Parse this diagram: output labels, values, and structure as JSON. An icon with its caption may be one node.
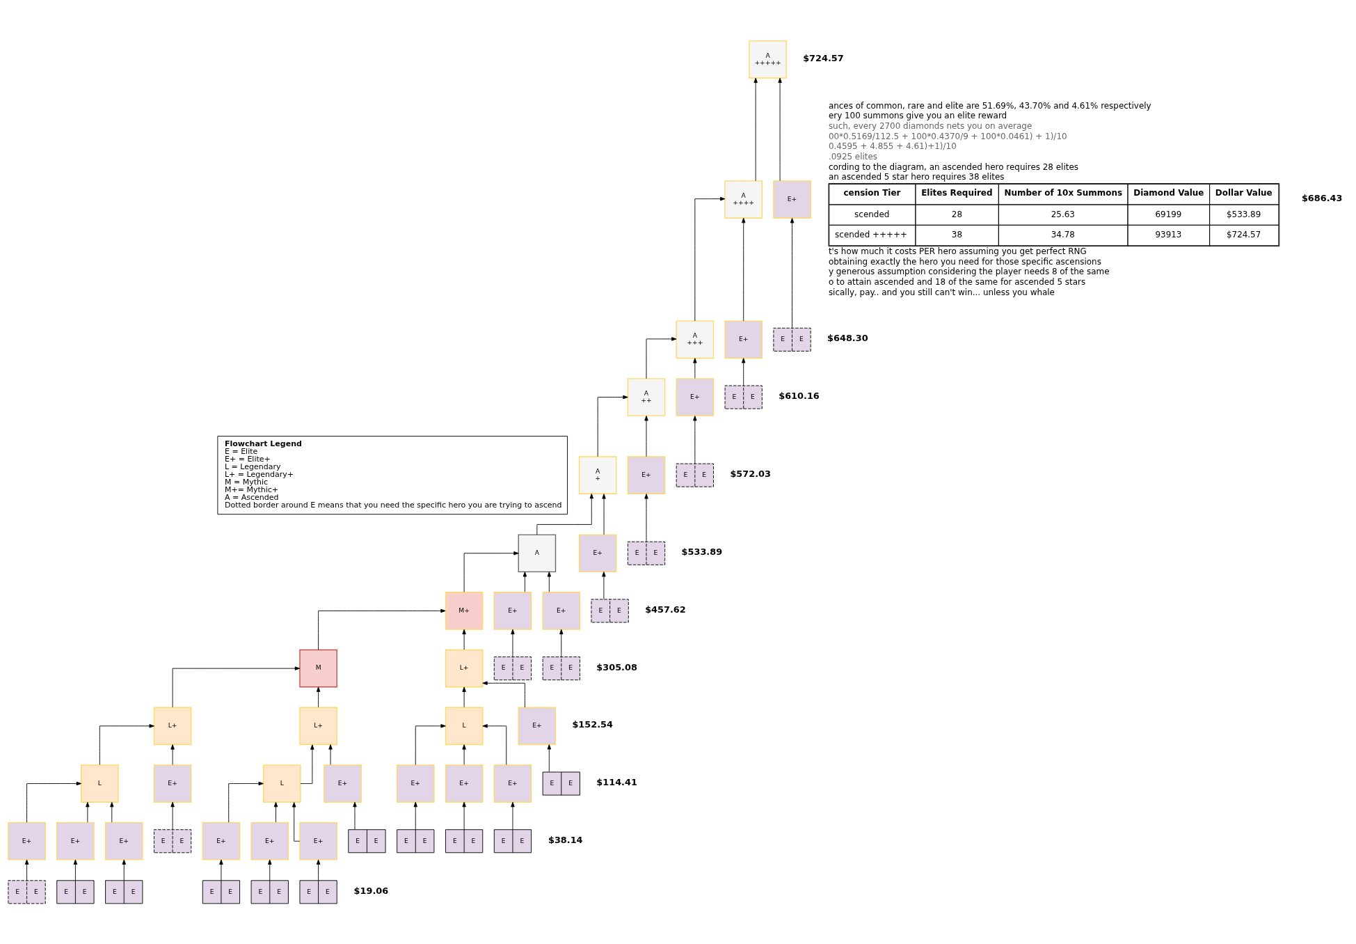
{
  "diagram": {
    "nodes": [
      {
        "text": [
          "Flowchart Legend",
          "E = Elite",
          "E+ = Elite+",
          "L = Legendary",
          "L+ = Legendary+",
          "M = Mythic",
          "M+= Mythic+",
          "A = Ascended",
          "Dotted border around E means that you need the specific hero you are trying to ascend"
        ]
      },
      {
        "text": [
          "A",
          "+++++"
        ]
      },
      {
        "text": [
          "A",
          "++++"
        ]
      },
      {
        "text": [
          "A",
          "+++"
        ]
      },
      {
        "text": [
          "A",
          "++"
        ]
      },
      {
        "text": [
          "A",
          "+"
        ]
      },
      {
        "text": [
          "A"
        ]
      },
      {
        "text": [
          "M+"
        ]
      },
      {
        "text": [
          "M"
        ]
      },
      {
        "text": [
          "L+"
        ]
      },
      {
        "text": [
          "L+"
        ]
      },
      {
        "text": [
          "L+"
        ]
      },
      {
        "text": [
          "L"
        ]
      },
      {
        "text": [
          "L"
        ]
      },
      {
        "text": [
          "L"
        ]
      },
      {
        "text": [
          "E+"
        ]
      },
      {
        "text": [
          "E+"
        ]
      },
      {
        "text": [
          "E+"
        ]
      },
      {
        "text": [
          "E+"
        ]
      },
      {
        "text": [
          "E+"
        ]
      },
      {
        "text": [
          "E+"
        ]
      },
      {
        "text": [
          "E+"
        ]
      },
      {
        "text": [
          "E+"
        ]
      },
      {
        "text": [
          "E+"
        ]
      },
      {
        "text": [
          "E+"
        ]
      },
      {
        "text": [
          "E+"
        ]
      },
      {
        "text": [
          "E+"
        ]
      },
      {
        "text": [
          "E+"
        ]
      },
      {
        "text": [
          "E+"
        ]
      },
      {
        "text": [
          "E+"
        ]
      },
      {
        "text": [
          "E+"
        ]
      },
      {
        "text": [
          "E+"
        ]
      },
      {
        "text": [
          "E+"
        ]
      },
      {
        "text": [
          "E+"
        ]
      },
      {
        "text": [
          "E",
          "E"
        ]
      },
      {
        "text": [
          "E",
          "E"
        ]
      },
      {
        "text": [
          "E",
          "E"
        ]
      },
      {
        "text": [
          "E",
          "E"
        ]
      },
      {
        "text": [
          "E",
          "E"
        ]
      },
      {
        "text": [
          "E",
          "E"
        ]
      },
      {
        "text": [
          "E",
          "E"
        ]
      },
      {
        "text": [
          "E",
          "E"
        ]
      },
      {
        "text": [
          "E",
          "E"
        ]
      },
      {
        "text": [
          "E",
          "E"
        ]
      },
      {
        "text": [
          "E",
          "E"
        ]
      },
      {
        "text": [
          "E",
          "E"
        ]
      },
      {
        "text": [
          "E",
          "E"
        ]
      },
      {
        "text": [
          "E",
          "E"
        ]
      },
      {
        "text": [
          "E",
          "E"
        ]
      },
      {
        "text": [
          "E",
          "E"
        ]
      },
      {
        "text": [
          "E",
          "E"
        ]
      },
      {
        "text": [
          "E",
          "E"
        ]
      },
      {
        "text": [
          "E",
          "E"
        ]
      }
    ],
    "edges": [
      {
        "from": 34,
        "to": 15,
        "arrow": "to"
      },
      {
        "from": 35,
        "to": 16,
        "arrow": "to"
      },
      {
        "from": 36,
        "to": 17,
        "arrow": "to"
      },
      {
        "from": 37,
        "to": 18,
        "arrow": "to"
      },
      {
        "from": 38,
        "to": 19,
        "arrow": "to"
      },
      {
        "from": 39,
        "to": 20,
        "arrow": "to"
      },
      {
        "from": 40,
        "to": 21,
        "arrow": "to"
      },
      {
        "from": 41,
        "to": 22,
        "arrow": "to"
      },
      {
        "from": 42,
        "to": 23,
        "arrow": "to"
      },
      {
        "from": 43,
        "to": 24,
        "arrow": "to"
      },
      {
        "from": 44,
        "to": 25,
        "arrow": "to"
      },
      {
        "from": 45,
        "to": 26,
        "arrow": "to"
      },
      {
        "from": 46,
        "to": 27,
        "arrow": "to"
      },
      {
        "from": 47,
        "to": 28,
        "arrow": "to"
      },
      {
        "from": 48,
        "to": 29,
        "arrow": "to"
      },
      {
        "from": 49,
        "to": 30,
        "arrow": "to"
      },
      {
        "from": 50,
        "to": 31,
        "arrow": "to"
      },
      {
        "from": 51,
        "to": 32,
        "arrow": "to"
      },
      {
        "from": 52,
        "to": 33,
        "arrow": "to"
      },
      {
        "from": 15,
        "to": 12,
        "arrow": "to"
      },
      {
        "from": 16,
        "to": 12,
        "arrow": "to"
      },
      {
        "from": 17,
        "to": 12,
        "arrow": "to"
      },
      {
        "from": 12,
        "to": 9,
        "arrow": "to"
      },
      {
        "from": 18,
        "to": 9,
        "arrow": "to"
      },
      {
        "from": 19,
        "to": 10,
        "arrow": "to"
      },
      {
        "from": 20,
        "to": 13,
        "arrow": "to"
      },
      {
        "from": 21,
        "to": 13,
        "arrow": "to"
      },
      {
        "from": 22,
        "to": 13,
        "arrow": "to"
      },
      {
        "from": 13,
        "to": 10,
        "arrow": "to"
      },
      {
        "from": 23,
        "to": 11,
        "arrow": "to"
      },
      {
        "from": 24,
        "to": 14,
        "arrow": "to"
      },
      {
        "from": 25,
        "to": 14,
        "arrow": "to"
      },
      {
        "from": 26,
        "to": 14,
        "arrow": "to"
      },
      {
        "from": 14,
        "to": 11,
        "arrow": "to"
      },
      {
        "from": 9,
        "to": 8,
        "arrow": "to"
      },
      {
        "from": 10,
        "to": 8,
        "arrow": "to"
      },
      {
        "from": 8,
        "to": 7,
        "arrow": "to"
      },
      {
        "from": 11,
        "to": 7,
        "arrow": "to"
      },
      {
        "from": 7,
        "to": 6,
        "arrow": "to"
      },
      {
        "from": 27,
        "to": 6,
        "arrow": "to"
      },
      {
        "from": 28,
        "to": 6,
        "arrow": "to"
      },
      {
        "from": 6,
        "to": 5,
        "arrow": "to"
      },
      {
        "from": 29,
        "to": 5,
        "arrow": "to"
      },
      {
        "from": 5,
        "to": 4,
        "arrow": "to"
      },
      {
        "from": 30,
        "to": 4,
        "arrow": "to"
      },
      {
        "from": 4,
        "to": 3,
        "arrow": "to"
      },
      {
        "from": 31,
        "to": 3,
        "arrow": "to"
      },
      {
        "from": 3,
        "to": 2,
        "arrow": "to"
      },
      {
        "from": 32,
        "to": 2,
        "arrow": "to"
      },
      {
        "from": 2,
        "to": 1,
        "arrow": "to"
      },
      {
        "from": 33,
        "to": 1,
        "arrow": "to"
      }
    ],
    "labels": [
      "ances of common, rare and elite are 51.69%, 43.70% and 4.61% respectively",
      "ery 100 summons give you an elite reward",
      "such, every 2700 diamonds nets you on average",
      "00*0.5169/112.5 + 100*0.4370/9 + 100*0.0461) + 1)/10",
      "0.4595 + 4.855 + 4.61)+1)/10",
      ".0925 elites",
      "cording to the diagram, an ascended hero requires 28 elites",
      "an ascended 5 star hero requires 38 elites",
      "cension Tier",
      "Elites Required",
      "Number of 10x Summons",
      "Diamond Value",
      "Dollar Value",
      "scended",
      "28",
      "25.63",
      "69199",
      "$533.89",
      "scended +++++",
      "38",
      "34.78",
      "93913",
      "$724.57",
      "t's how much it costs PER hero assuming you get perfect RNG",
      "obtaining exactly the hero you need for those specific ascensions",
      "y generous assumption considering the player needs 8 of the same",
      "o to attain ascended and 18 of the same for ascended 5 stars",
      "sically, pay.. and you still can't win... unless you whale",
      "$724.57",
      "$686.43",
      "$648.30",
      "$610.16",
      "$572.03",
      "$533.89",
      "$457.62",
      "$305.08",
      "$152.54",
      "$114.41",
      "$38.14",
      "$19.06"
    ]
  }
}
